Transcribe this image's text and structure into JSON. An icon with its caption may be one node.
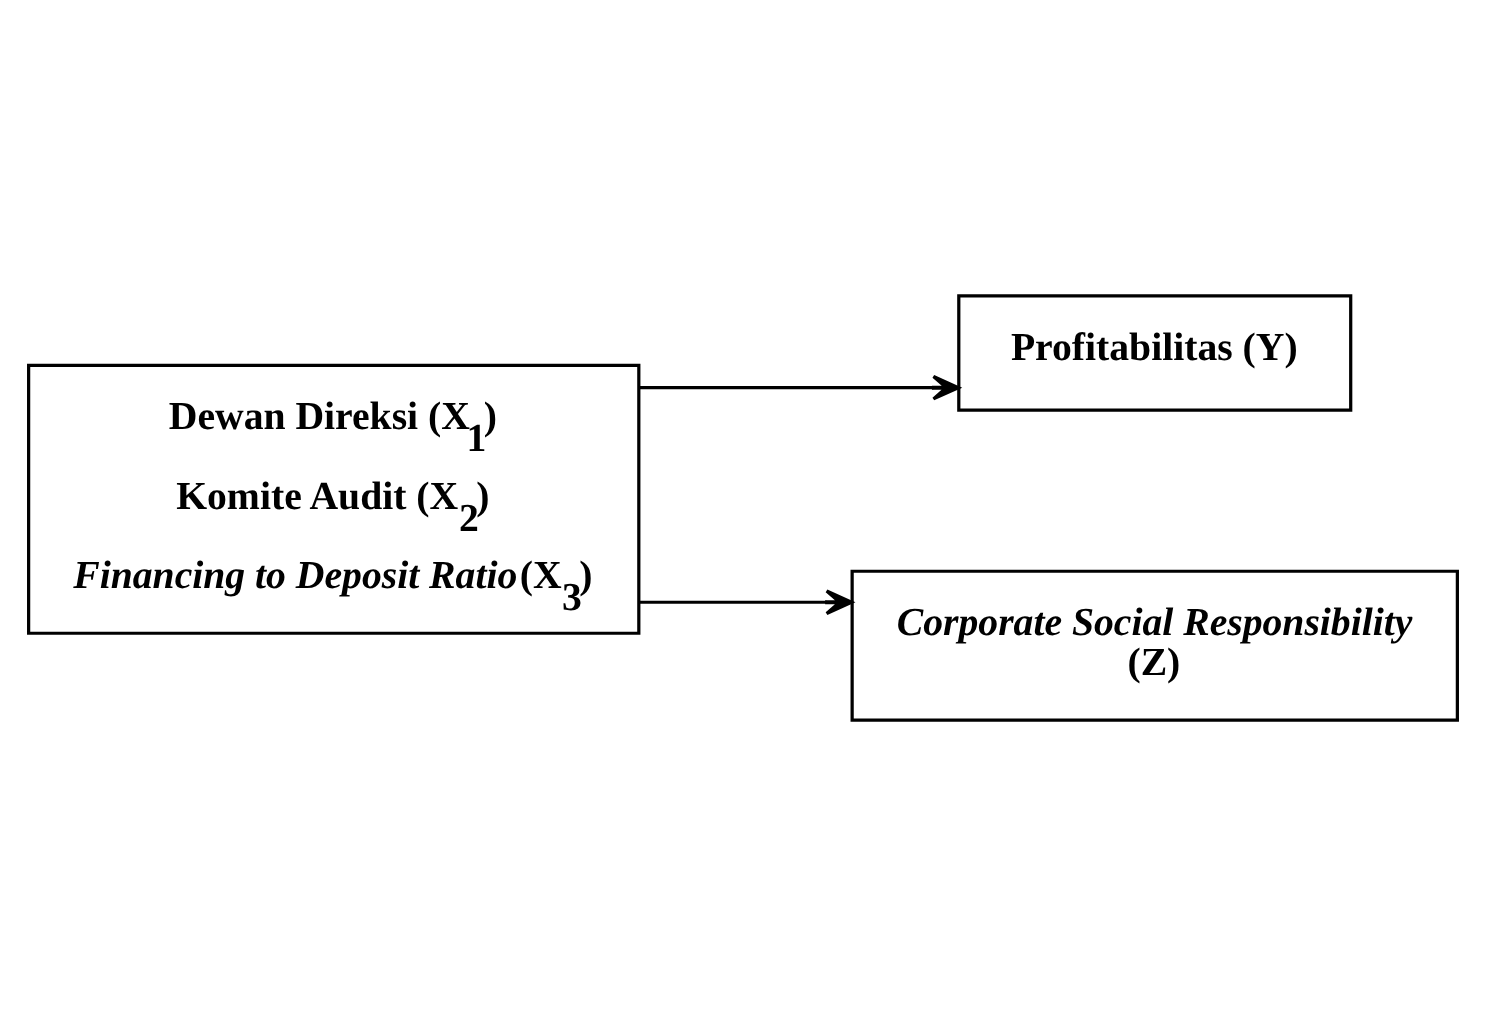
{
  "diagram": {
    "nodes": [
      {
        "text": [
          "Dewan Direksi (X$_{1}$)",
          "Komite Audit (X$_{2}$)",
          "*Financing to Deposit Ratio*(X$_{3}$)"
        ]
      },
      {
        "text": [
          "Profitabilitas (Y)"
        ]
      },
      {
        "text": [
          "*Corporate Social Responsibility* (Z)"
        ]
      }
    ],
    "edges": [
      {
        "from": 0,
        "to": 1,
        "arrow": "to"
      },
      {
        "from": 0,
        "to": 2,
        "arrow": "to"
      }
    ]
  }
}
